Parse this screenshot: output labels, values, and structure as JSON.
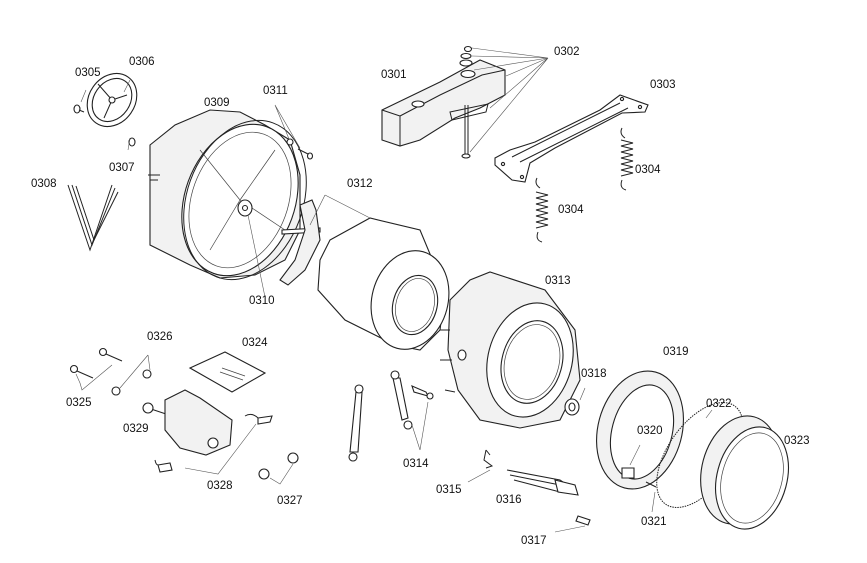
{
  "diagram": {
    "title": "Washing machine drum and tub exploded parts diagram",
    "labels": {
      "p0301": "0301",
      "p0302": "0302",
      "p0303": "0303",
      "p0304a": "0304",
      "p0304b": "0304",
      "p0305": "0305",
      "p0306": "0306",
      "p0307": "0307",
      "p0308": "0308",
      "p0309": "0309",
      "p0310": "0310",
      "p0311": "0311",
      "p0312": "0312",
      "p0313": "0313",
      "p0314": "0314",
      "p0315": "0315",
      "p0316": "0316",
      "p0317": "0317",
      "p0318": "0318",
      "p0319": "0319",
      "p0320": "0320",
      "p0321": "0321",
      "p0322": "0322",
      "p0323": "0323",
      "p0324": "0324",
      "p0325": "0325",
      "p0326": "0326",
      "p0327": "0327",
      "p0328": "0328",
      "p0329": "0329"
    }
  }
}
